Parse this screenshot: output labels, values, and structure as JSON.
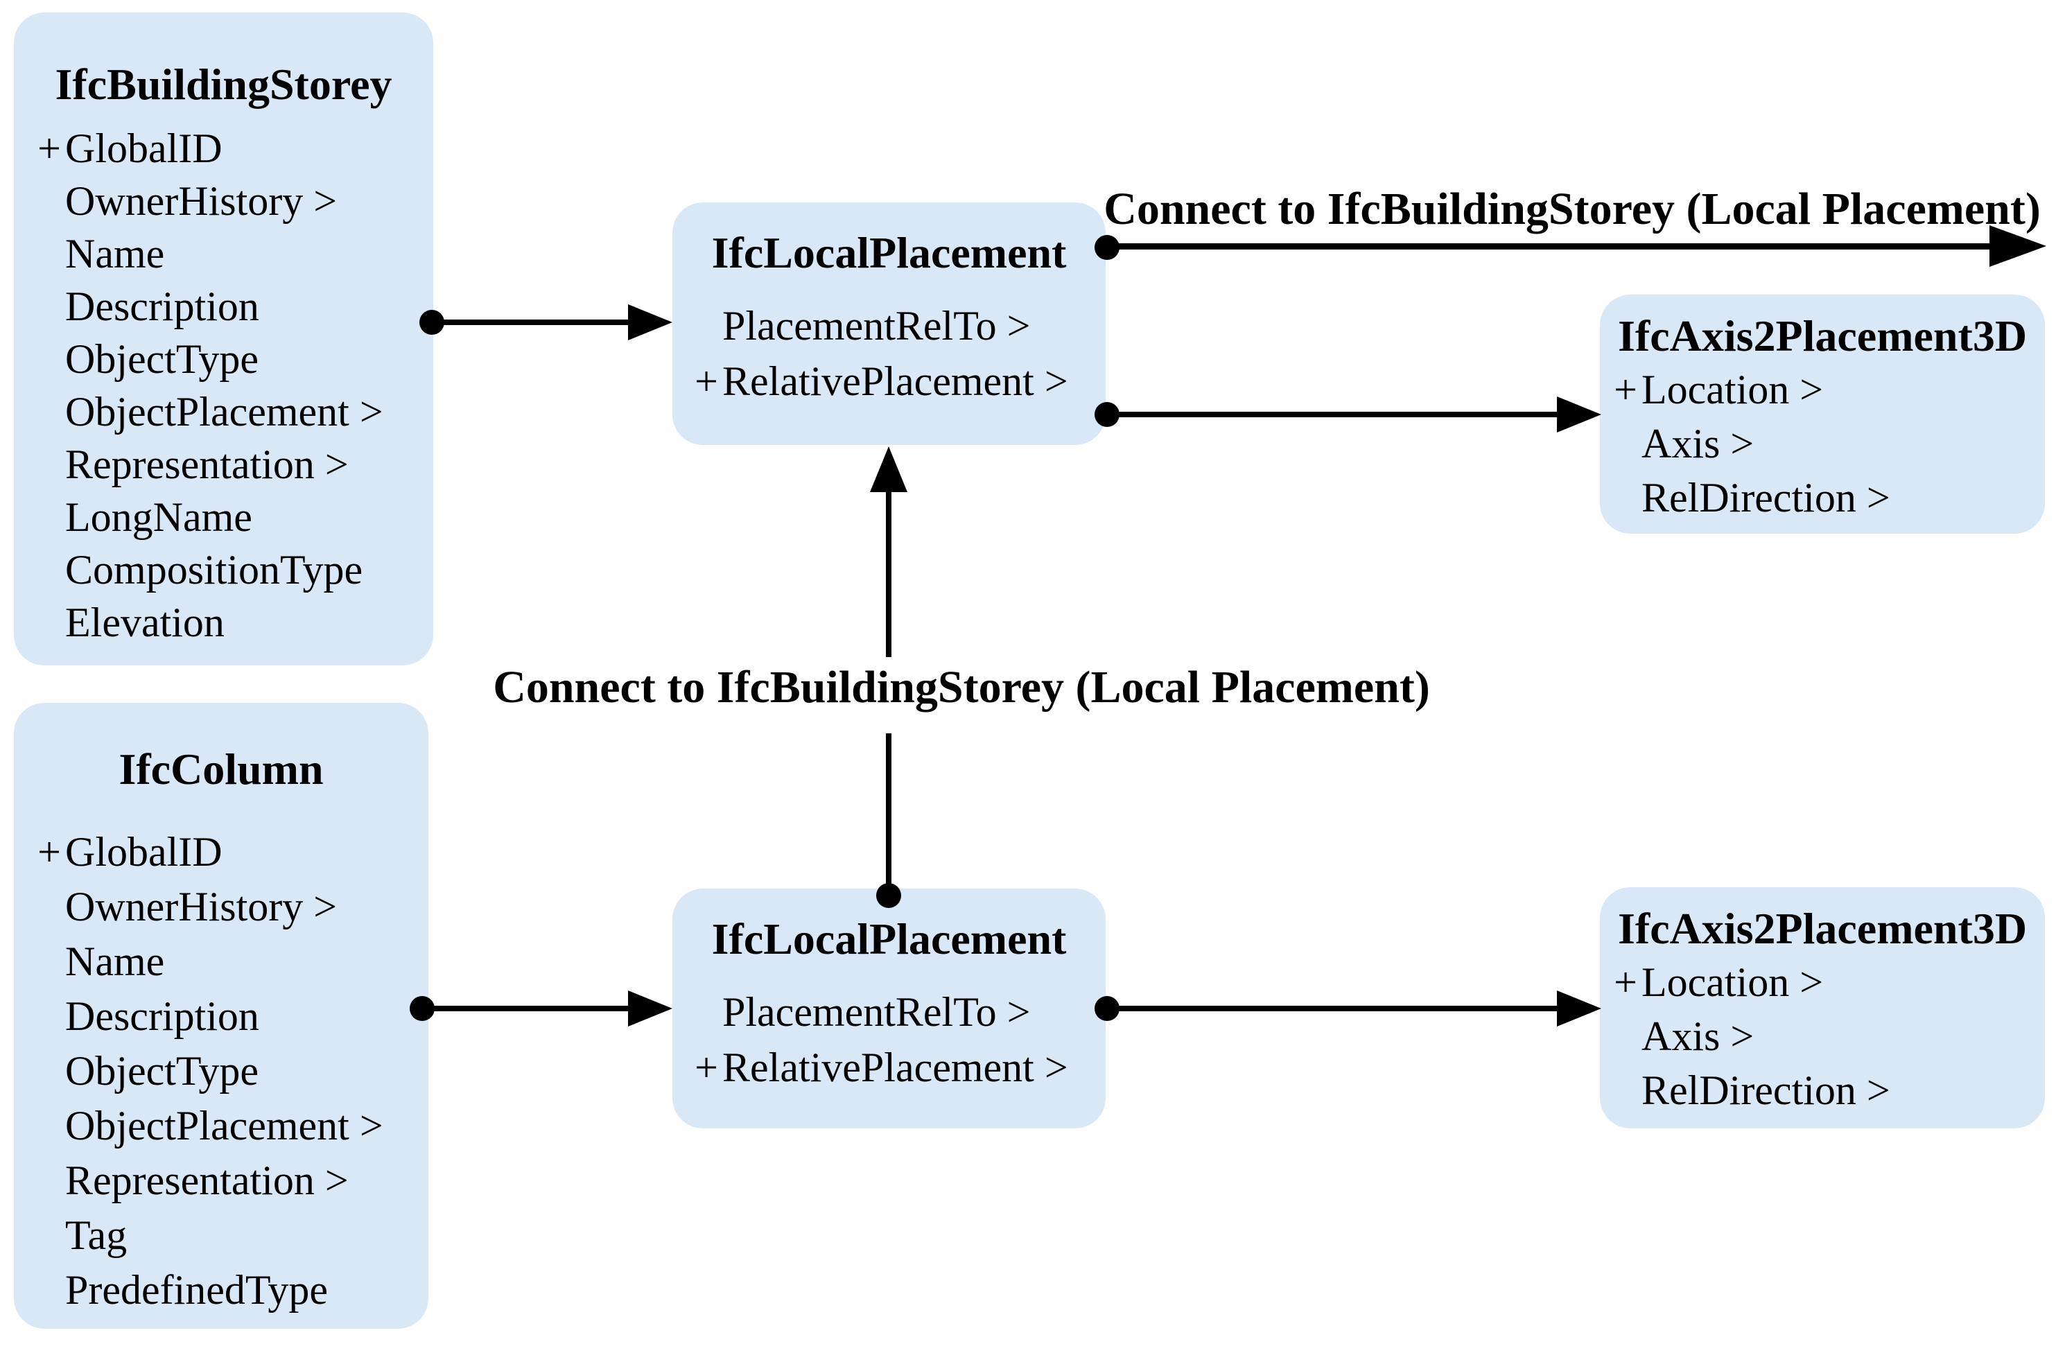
{
  "diagram": {
    "colors": {
      "box_fill": "#d9e8f7",
      "line": "#000000"
    },
    "labels": {
      "top_connect": "Connect to IfcBuildingStorey (Local Placement)",
      "mid_connect": "Connect to IfcBuildingStorey (Local Placement)"
    },
    "boxes": {
      "storey": {
        "title": "IfcBuildingStorey",
        "attrs": [
          {
            "plus": "+",
            "label": "GlobalID"
          },
          {
            "plus": "",
            "label": "OwnerHistory >"
          },
          {
            "plus": "",
            "label": "Name"
          },
          {
            "plus": "",
            "label": "Description"
          },
          {
            "plus": "",
            "label": "ObjectType"
          },
          {
            "plus": "",
            "label": "ObjectPlacement >"
          },
          {
            "plus": "",
            "label": "Representation >"
          },
          {
            "plus": "",
            "label": "LongName"
          },
          {
            "plus": "",
            "label": "CompositionType"
          },
          {
            "plus": "",
            "label": "Elevation"
          }
        ]
      },
      "column": {
        "title": "IfcColumn",
        "attrs": [
          {
            "plus": "+",
            "label": "GlobalID"
          },
          {
            "plus": "",
            "label": "OwnerHistory >"
          },
          {
            "plus": "",
            "label": "Name"
          },
          {
            "plus": "",
            "label": "Description"
          },
          {
            "plus": "",
            "label": "ObjectType"
          },
          {
            "plus": "",
            "label": "ObjectPlacement >"
          },
          {
            "plus": "",
            "label": "Representation >"
          },
          {
            "plus": "",
            "label": "Tag"
          },
          {
            "plus": "",
            "label": "PredefinedType"
          }
        ]
      },
      "lp_top": {
        "title": "IfcLocalPlacement",
        "attrs": [
          {
            "plus": "",
            "label": "PlacementRelTo >"
          },
          {
            "plus": "+",
            "label": "RelativePlacement >"
          }
        ]
      },
      "lp_bottom": {
        "title": "IfcLocalPlacement",
        "attrs": [
          {
            "plus": "",
            "label": "PlacementRelTo >"
          },
          {
            "plus": "+",
            "label": "RelativePlacement >"
          }
        ]
      },
      "axis_top": {
        "title": "IfcAxis2Placement3D",
        "attrs": [
          {
            "plus": "+",
            "label": "Location >"
          },
          {
            "plus": "",
            "label": "Axis >"
          },
          {
            "plus": "",
            "label": "RelDirection >"
          }
        ]
      },
      "axis_bottom": {
        "title": "IfcAxis2Placement3D",
        "attrs": [
          {
            "plus": "+",
            "label": "Location >"
          },
          {
            "plus": "",
            "label": "Axis >"
          },
          {
            "plus": "",
            "label": "RelDirection >"
          }
        ]
      }
    }
  }
}
